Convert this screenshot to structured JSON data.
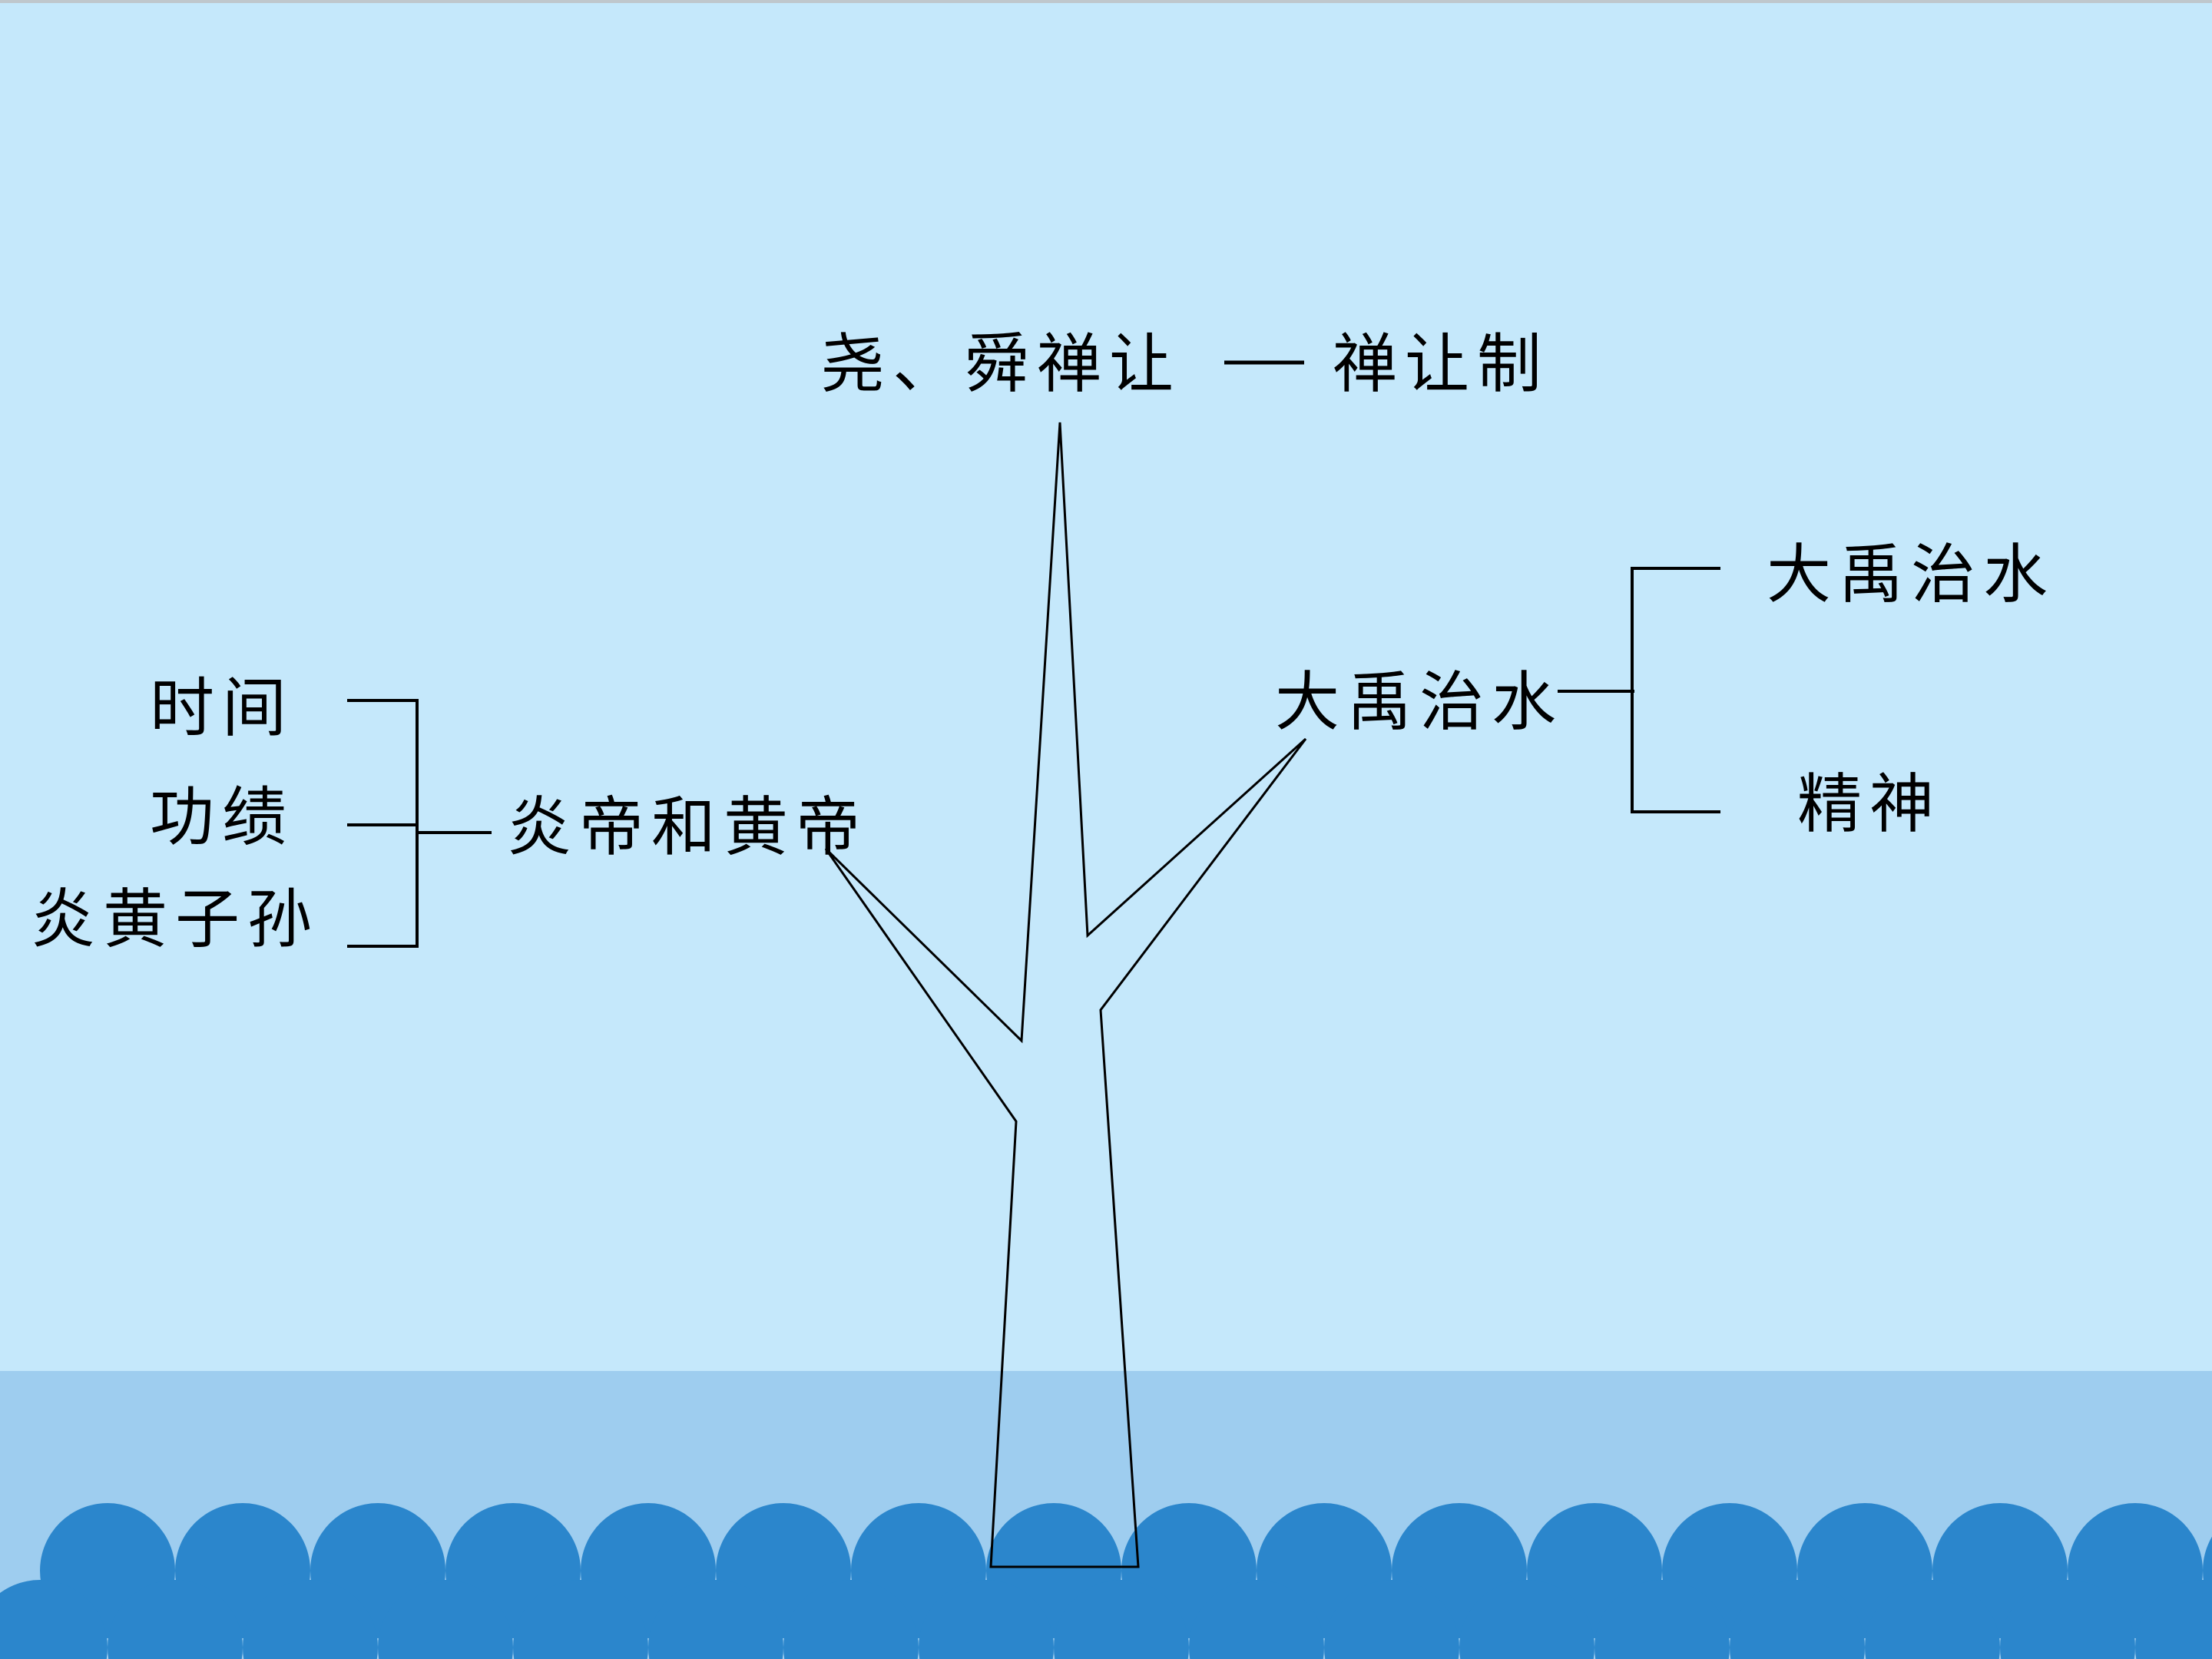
{
  "diagram": {
    "top": {
      "topic": "尧、舜禅让",
      "connector": "—",
      "result": "禅让制"
    },
    "right_branch": {
      "topic": "大禹治水",
      "items": [
        "大禹治水",
        "精神"
      ]
    },
    "left_branch": {
      "topic": "炎帝和黄帝",
      "items": [
        "时间",
        "功绩",
        "炎黄子孙"
      ]
    }
  },
  "colors": {
    "sky": "#c5e8fb",
    "sea": "#9ecdef",
    "waves": "#2b86cc",
    "lines": "#000000"
  }
}
